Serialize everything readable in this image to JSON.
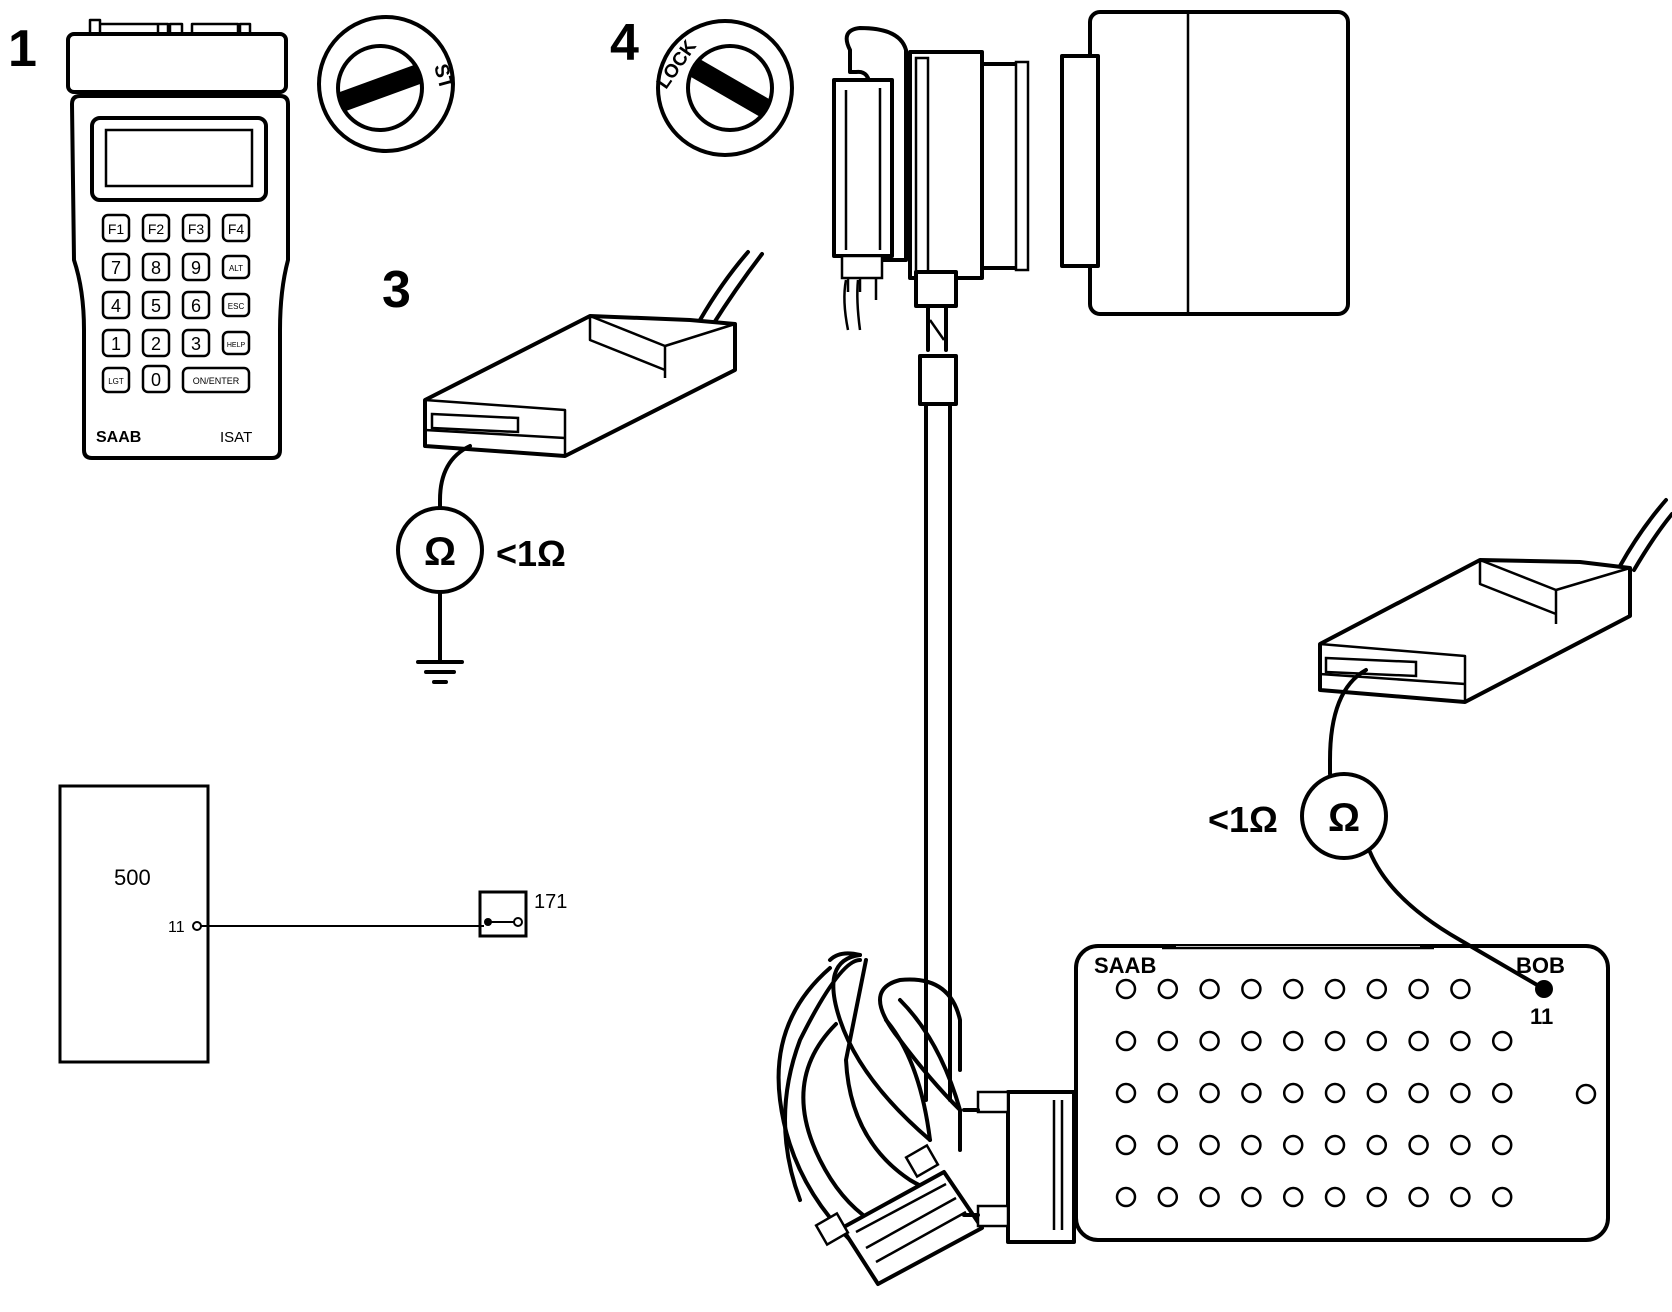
{
  "steps": {
    "step1": "1",
    "step3": "3",
    "step4": "4"
  },
  "scan_tool": {
    "brand": "SAAB",
    "model": "ISAT",
    "keys": [
      [
        "F1",
        "F2",
        "F3",
        "F4"
      ],
      [
        "7",
        "8",
        "9",
        "ALT"
      ],
      [
        "4",
        "5",
        "6",
        "ESC"
      ],
      [
        "1",
        "2",
        "3",
        "HELP"
      ],
      [
        "LGT",
        "0",
        "ON/ENTER"
      ]
    ]
  },
  "ignition": {
    "start_label": "ST",
    "lock_label": "LOCK"
  },
  "meter_left": {
    "symbol": "Ω",
    "reading": "<1Ω"
  },
  "meter_right": {
    "symbol": "Ω",
    "reading": "<1Ω"
  },
  "schematic": {
    "unit_label": "500",
    "pin_label": "11",
    "component_label": "171"
  },
  "breakout_box": {
    "brand": "SAAB",
    "name": "BOB",
    "pin_label": "11",
    "rows": 5,
    "cols": 11
  }
}
